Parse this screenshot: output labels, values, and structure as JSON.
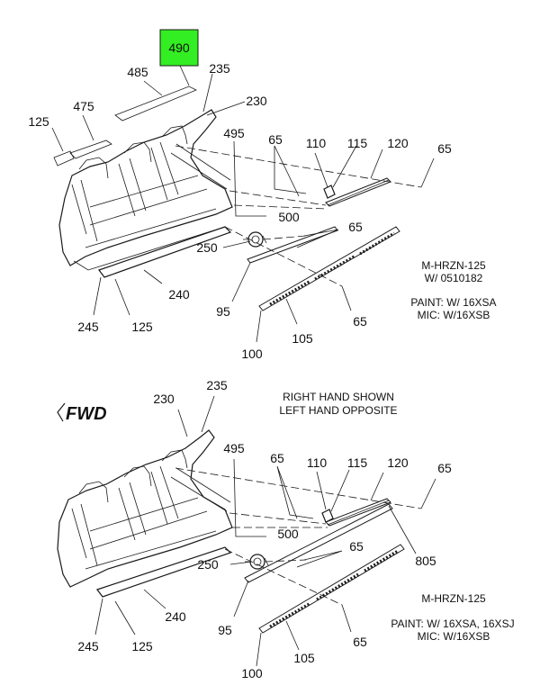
{
  "upper": {
    "highlight_label": "490",
    "highlight_color": "#33ee22",
    "labels": {
      "l485": "485",
      "l235": "235",
      "l230": "230",
      "l475": "475",
      "l125a": "125",
      "l495": "495",
      "l65a": "65",
      "l110": "110",
      "l115": "115",
      "l120": "120",
      "l65b": "65",
      "l500": "500",
      "l65c": "65",
      "l250": "250",
      "l240": "240",
      "l95": "95",
      "l245": "245",
      "l125b": "125",
      "l65d": "65",
      "l105": "105",
      "l100": "100"
    },
    "notes": [
      "M-HRZN-125",
      "W/ 0510182",
      "PAINT: W/ 16XSA",
      "MIC: W/16XSB"
    ]
  },
  "lower": {
    "fwd_label": "FWD",
    "caption_line1": "RIGHT HAND SHOWN",
    "caption_line2": "LEFT HAND OPPOSITE",
    "labels": {
      "l230": "230",
      "l235": "235",
      "l495": "495",
      "l65a": "65",
      "l110": "110",
      "l115": "115",
      "l120": "120",
      "l65b": "65",
      "l500": "500",
      "l65c": "65",
      "l250": "250",
      "l805": "805",
      "l240": "240",
      "l95": "95",
      "l245": "245",
      "l125": "125",
      "l65d": "65",
      "l105": "105",
      "l100": "100"
    },
    "notes": [
      "M-HRZN-125",
      "PAINT: W/ 16XSA, 16XSJ",
      "MIC: W/16XSB"
    ]
  }
}
